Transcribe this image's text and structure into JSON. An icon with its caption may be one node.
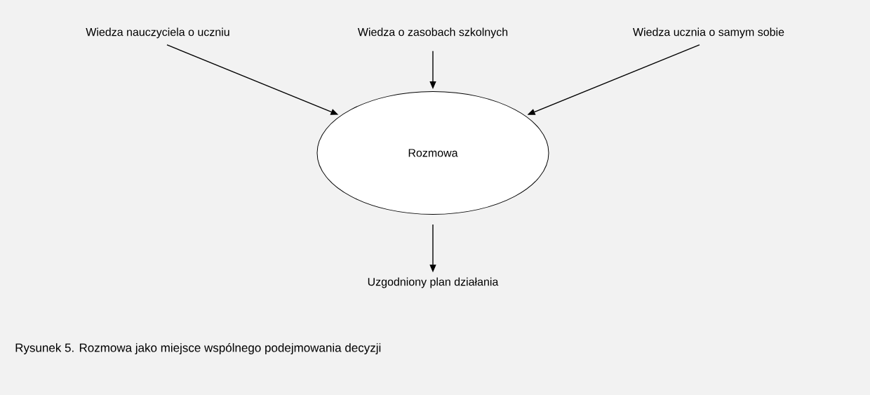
{
  "diagram": {
    "caption": "Rysunek 5. Rozmowa jako miejsce wspólnego podejmowania decyzji",
    "nodes": [
      {
        "text": [
          "Wiedza nauczyciela o uczniu"
        ]
      },
      {
        "text": [
          "Wiedza o zasobach szkolnych"
        ]
      },
      {
        "text": [
          "Wiedza ucznia o samym sobie"
        ]
      },
      {
        "text": [
          "Rozmowa"
        ]
      },
      {
        "text": [
          "Uzgodniony plan działania"
        ]
      }
    ],
    "edges": [
      {
        "from": 0,
        "to": 3,
        "arrow": "to"
      },
      {
        "from": 1,
        "to": 3,
        "arrow": "to"
      },
      {
        "from": 2,
        "to": 3,
        "arrow": "to"
      },
      {
        "from": 3,
        "to": 4,
        "arrow": "to"
      }
    ]
  }
}
